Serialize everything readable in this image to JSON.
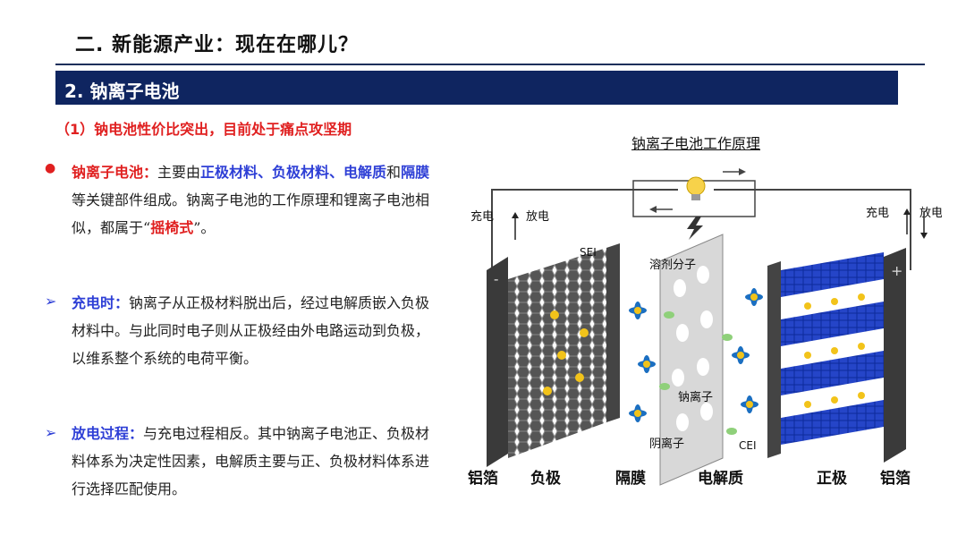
{
  "header": {
    "title": "二. 新能源产业：现在在哪儿？"
  },
  "banner": {
    "title": "2. 钠离子电池"
  },
  "subheading": "（1）钠电池性价比突出，目前处于痛点攻坚期",
  "bullets": {
    "b1": {
      "lead": "钠离子电池：",
      "t1": "主要由",
      "h1": "正极材料、负极材料、电解质",
      "t2": "和",
      "h2": "隔膜",
      "t3": "等关键部件组成。钠离子电池的工作原理和锂离子电池相似，都属于“",
      "h3": "摇椅式",
      "t4": "”。"
    },
    "b2": {
      "lead": "充电时：",
      "text": "钠离子从正极材料脱出后，经过电解质嵌入负极材料中。与此同时电子则从正极经由外电路运动到负极，以维系整个系统的电荷平衡。"
    },
    "b3": {
      "lead": "放电过程：",
      "text": "与充电过程相反。其中钠离子电池正、负极材料体系为决定性因素，电解质主要与正、负极材料体系进行选择匹配使用。"
    }
  },
  "diagram": {
    "title": "钠离子电池工作原理",
    "left_charge": "充电",
    "left_discharge": "放电",
    "right_charge": "充电",
    "right_discharge": "放电",
    "sei": "SEI",
    "cei": "CEI",
    "solvent": "溶剂分子",
    "sodium_ion": "钠离子",
    "anion": "阴离子",
    "neg_sign": "-",
    "pos_sign": "+",
    "bottom_labels": [
      "铝箔",
      "负极",
      "隔膜",
      "电解质",
      "正极",
      "铝箔"
    ]
  }
}
